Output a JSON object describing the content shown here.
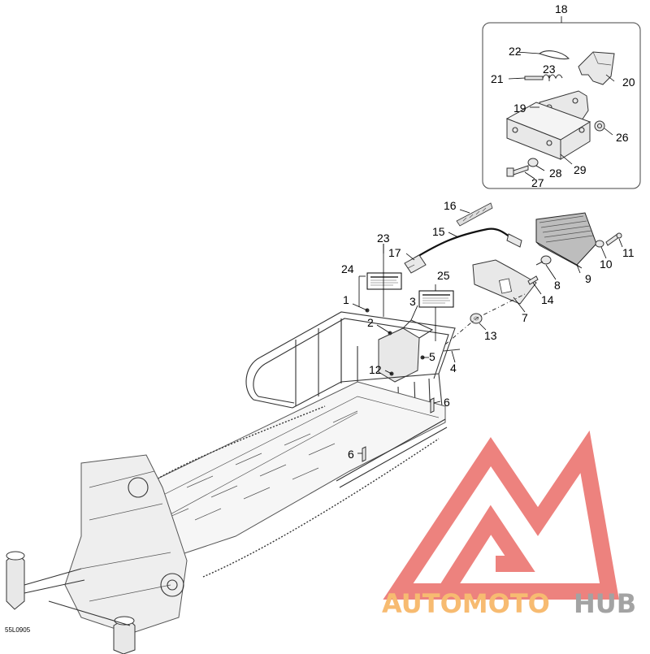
{
  "diagram": {
    "reference_code": "55L0905",
    "callouts": {
      "c1": "1",
      "c2": "2",
      "c3": "3",
      "c4": "4",
      "c5": "5",
      "c6a": "6",
      "c6b": "6",
      "c7": "7",
      "c8": "8",
      "c9": "9",
      "c10": "10",
      "c11": "11",
      "c12": "12",
      "c13": "13",
      "c14": "14",
      "c15": "15",
      "c16": "16",
      "c17": "17",
      "c18": "18",
      "c19": "19",
      "c20": "20",
      "c21": "21",
      "c22": "22",
      "c23a": "23",
      "c23b": "23",
      "c24": "24",
      "c25": "25",
      "c26": "26",
      "c27": "27",
      "c28": "28",
      "c29": "29"
    }
  },
  "watermark": {
    "brand_part1": "AUTOMOTO",
    "brand_part2": "HUB",
    "color_red": "#e8605a",
    "color_orange": "#f5a84a",
    "color_grey": "#8a8a8a"
  }
}
